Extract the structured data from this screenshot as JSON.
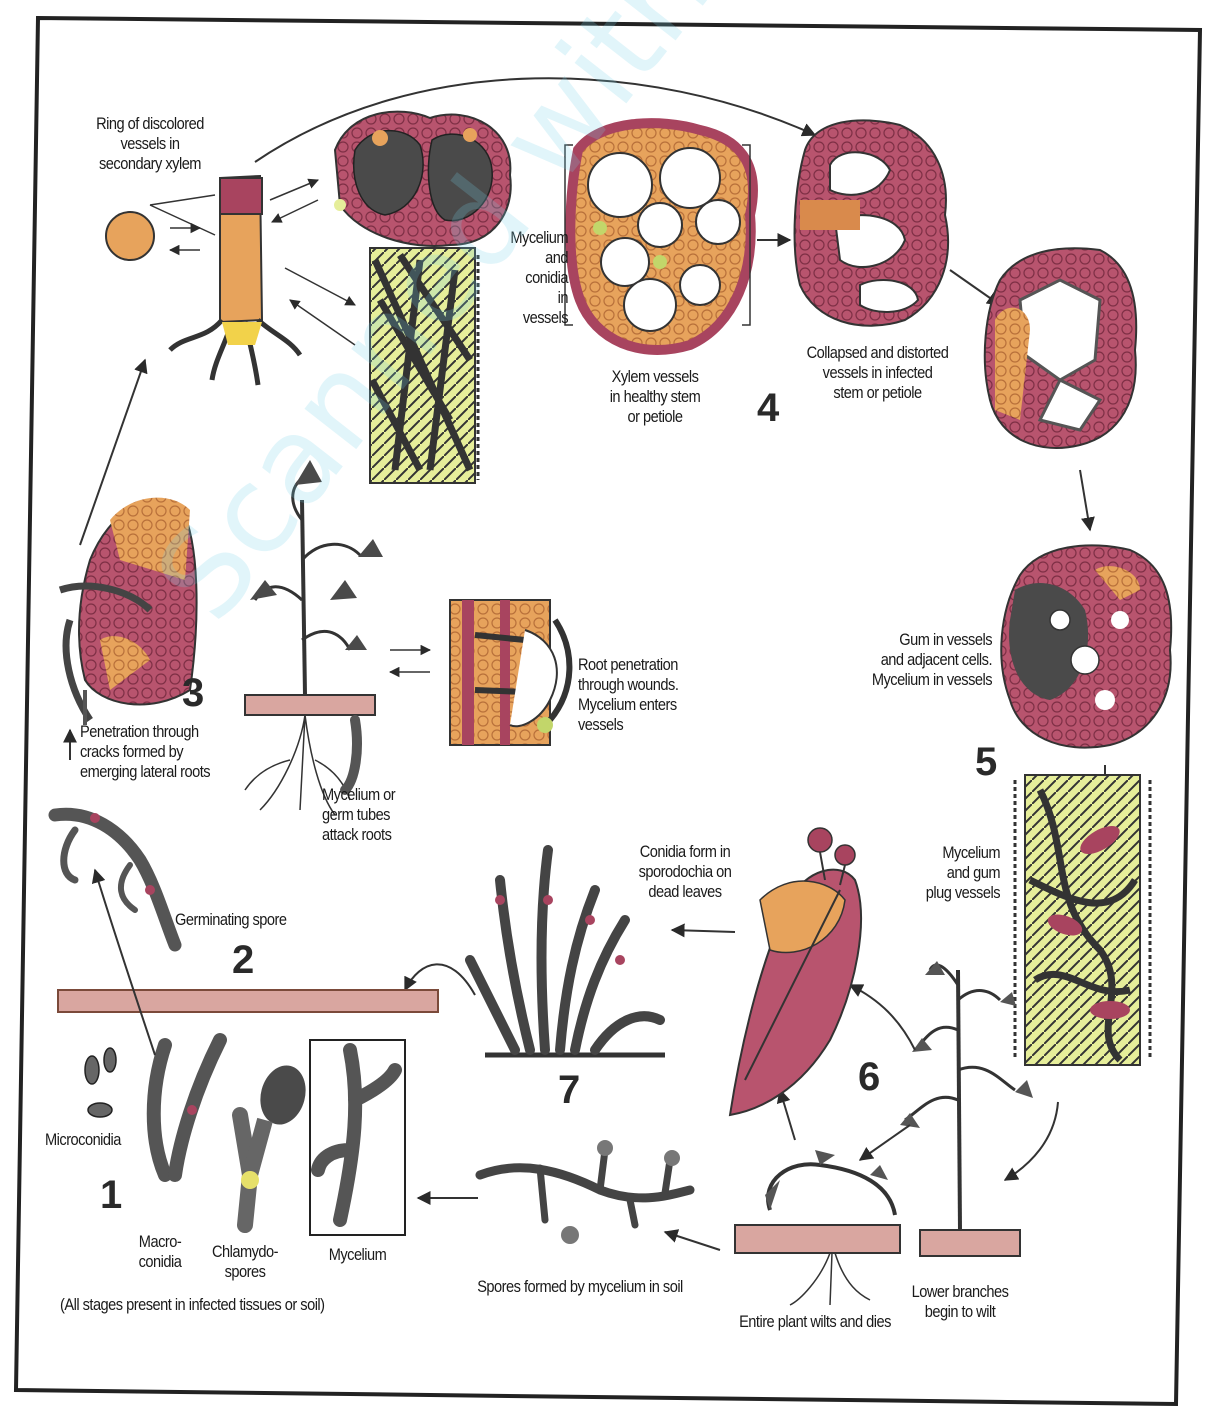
{
  "colors": {
    "orange": "#e7a35c",
    "maroon": "#a8445f",
    "pink": "#d98ba2",
    "dark": "#3a3a3a",
    "yellow": "#e6ee9a",
    "soil": "#d9a6a0"
  },
  "labels": {
    "ring": "Ring of discolored\nvessels in\nsecondary xylem",
    "mycelium_conidia": "Mycelium\nand\nconidia\nin\nvessels",
    "xylem_healthy": "Xylem vessels\nin healthy stem\nor petiole",
    "collapsed": "Collapsed and distorted\nvessels in infected\nstem or petiole",
    "gum": "Gum in vessels\nand adjacent cells.\nMycelium in vessels",
    "root_penetration": "Root penetration\nthrough wounds.\nMycelium enters\nvessels",
    "penetration_cracks": "Penetration through\ncracks formed by\nemerging lateral roots",
    "germ_tubes": "Mycelium or\ngerm tubes\nattack roots",
    "germinating": "Germinating spore",
    "conidia_sporodochia": "Conidia form in\nsporodochia on\ndead leaves",
    "mycelium_gum": "Mycelium\nand gum\nplug vessels",
    "microconidia": "Microconidia",
    "macroconidia": "Macro-\nconidia",
    "chlamydospores": "Chlamydo-\nspores",
    "mycelium": "Mycelium",
    "all_stages": "(All stages present in infected tissues or soil)",
    "spores_soil": "Spores formed by mycelium in soil",
    "entire_plant": "Entire plant wilts and dies",
    "lower_branches": "Lower branches\nbegin to wilt"
  },
  "stages": {
    "s1": "1",
    "s2": "2",
    "s3": "3",
    "s4": "4",
    "s5": "5",
    "s6": "6",
    "s7": "7"
  },
  "watermark": "Scanned with Scan To PDF"
}
